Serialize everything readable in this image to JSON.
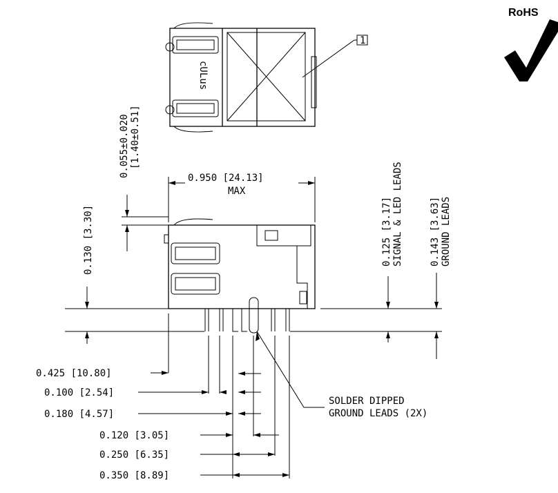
{
  "badge": {
    "label": "RoHS",
    "check_icon": "checkmark-icon"
  },
  "callout": {
    "number": "1"
  },
  "dimensions": {
    "tab_thickness": {
      "inch": "0.055±0.020",
      "mm": "[1.40±0.51]"
    },
    "width": {
      "line1": "0.950 [24.13]",
      "line2": "MAX"
    },
    "top_offset": "0.130 [3.30]",
    "signal_leads": {
      "line1": "0.125 [3.17]",
      "line2": "SIGNAL & LED LEADS"
    },
    "ground_leads": {
      "line1": "0.143 [3.63]",
      "line2": "GROUND LEADS"
    },
    "d1": "0.425 [10.80]",
    "d2": "0.100 [2.54]",
    "d3": "0.180 [4.57]",
    "d4": "0.120 [3.05]",
    "d5": "0.250 [6.35]",
    "d6": "0.350 [8.89]"
  },
  "note": {
    "line1": "SOLDER DIPPED",
    "line2": "GROUND LEADS (2X)"
  }
}
